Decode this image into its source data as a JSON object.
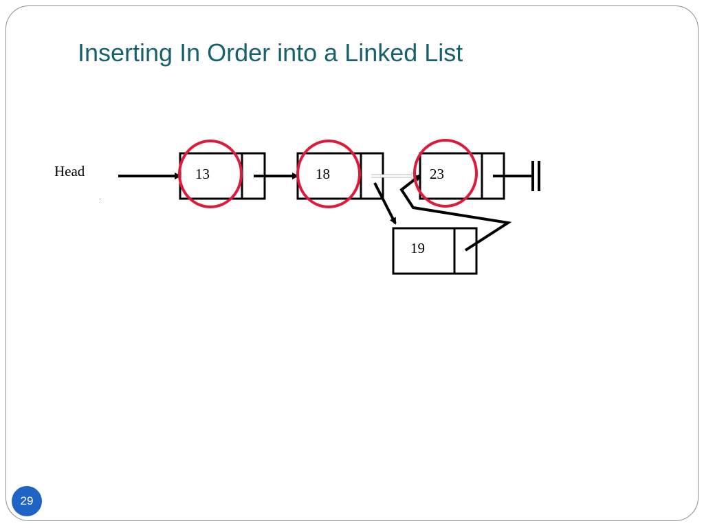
{
  "slide": {
    "title": "Inserting In Order into a Linked List",
    "page_number": "29"
  },
  "diagram": {
    "head_label": "Head",
    "nodes": [
      {
        "value": "13",
        "highlighted": true
      },
      {
        "value": "18",
        "highlighted": true
      },
      {
        "value": "23",
        "highlighted": true
      },
      {
        "value": "19",
        "highlighted": false,
        "role": "new node being inserted"
      }
    ],
    "terminator": "null-ground-icon"
  },
  "colors": {
    "title": "#17606e",
    "highlight_circle": "#e0183a",
    "page_badge": "#1f63c4",
    "frame_border": "#8a8a8a"
  }
}
